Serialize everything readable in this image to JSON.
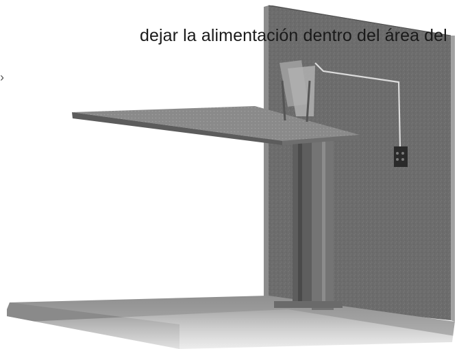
{
  "caption": {
    "text": "dejar la alimentación dentro del área del"
  },
  "scene": {
    "icons": [
      "wall-panel",
      "lift-post",
      "upper-platform",
      "floor-slab",
      "control-box",
      "power-cable"
    ],
    "colors": {
      "wall": "#6e6e6e",
      "wall_edge": "#8a8a8a",
      "platform": "#7a7a7a",
      "floor": "#9a9a9a",
      "post": "#5a5a5a",
      "cable": "#d9d9d9"
    }
  }
}
